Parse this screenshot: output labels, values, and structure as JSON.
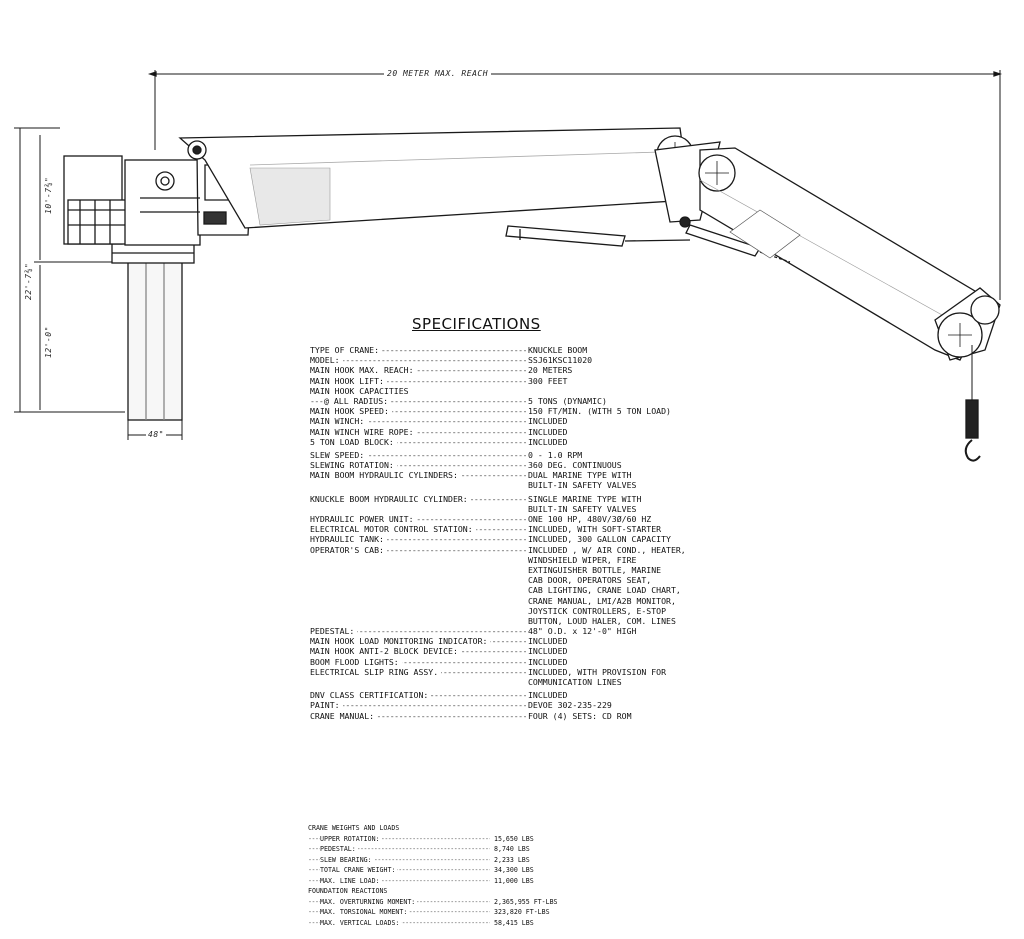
{
  "drawing": {
    "reach_dimension": "20 METER MAX. REACH",
    "dim_overall_height": "22'-7¾\"",
    "dim_upper_height": "10'-7¾\"",
    "dim_pedestal_height": "12'-0\"",
    "dim_pedestal_width": "48\""
  },
  "specifications": {
    "title": "SPECIFICATIONS",
    "rows": [
      {
        "label": "TYPE OF CRANE:",
        "value": "KNUCKLE BOOM"
      },
      {
        "label": "MODEL:",
        "value": "SSJ61KSC11020"
      },
      {
        "label": "MAIN HOOK MAX. REACH:",
        "value": "20 METERS"
      },
      {
        "label": "MAIN HOOK LIFT:",
        "value": "300 FEET"
      },
      {
        "label": "MAIN HOOK CAPACITIES",
        "value": ""
      },
      {
        "label": "@ ALL RADIUS:",
        "value": "5 TONS (DYNAMIC)",
        "indent": true
      },
      {
        "label": "MAIN HOOK SPEED:",
        "value": "150 FT/MIN.  (WITH 5 TON LOAD)"
      },
      {
        "label": "MAIN WINCH:",
        "value": "INCLUDED"
      },
      {
        "label": "MAIN WINCH WIRE ROPE:",
        "value": "INCLUDED"
      },
      {
        "label": "5 TON LOAD BLOCK:",
        "value": "INCLUDED"
      },
      {
        "label": "SLEW SPEED:",
        "value": "0 - 1.0 RPM",
        "gap": true
      },
      {
        "label": "SLEWING ROTATION:",
        "value": "360 DEG. CONTINUOUS"
      },
      {
        "label": "MAIN BOOM HYDRAULIC CYLINDERS:",
        "value": "DUAL MARINE TYPE WITH",
        "more": [
          "BUILT-IN SAFETY VALVES"
        ]
      },
      {
        "label": "KNUCKLE BOOM HYDRAULIC CYLINDER:",
        "value": "SINGLE MARINE TYPE WITH",
        "more": [
          "BUILT-IN SAFETY VALVES"
        ],
        "gap": true
      },
      {
        "label": "HYDRAULIC POWER UNIT:",
        "value": "ONE 100 HP,  480V/3Ø/60 HZ"
      },
      {
        "label": "ELECTRICAL MOTOR CONTROL STATION:",
        "value": "INCLUDED, WITH SOFT-STARTER"
      },
      {
        "label": "HYDRAULIC TANK:",
        "value": "INCLUDED, 300 GALLON CAPACITY"
      },
      {
        "label": "OPERATOR'S CAB:",
        "value": "INCLUDED , W/ AIR COND., HEATER,",
        "more": [
          "WINDSHIELD WIPER, FIRE",
          "EXTINGUISHER BOTTLE, MARINE",
          "CAB DOOR, OPERATORS SEAT,",
          "CAB LIGHTING, CRANE LOAD CHART,",
          "CRANE MANUAL, LMI/A2B MONITOR,",
          "JOYSTICK CONTROLLERS, E-STOP",
          "BUTTON, LOUD HALER, COM. LINES"
        ]
      },
      {
        "label": "PEDESTAL:",
        "value": "48\" O.D. x 12'-0\" HIGH"
      },
      {
        "label": "MAIN HOOK LOAD MONITORING INDICATOR:",
        "value": "INCLUDED"
      },
      {
        "label": "MAIN HOOK ANTI-2 BLOCK DEVICE:",
        "value": "INCLUDED"
      },
      {
        "label": "BOOM FLOOD LIGHTS:",
        "value": "INCLUDED"
      },
      {
        "label": "ELECTRICAL SLIP RING ASSY.",
        "value": "INCLUDED, WITH PROVISION FOR",
        "more": [
          "COMMUNICATION LINES"
        ]
      },
      {
        "label": "DNV CLASS CERTIFICATION:",
        "value": "INCLUDED",
        "gap": true
      },
      {
        "label": "PAINT:",
        "value": "DEVOE 302-235-229"
      },
      {
        "label": "CRANE MANUAL:",
        "value": "FOUR (4) SETS: CD ROM"
      }
    ]
  },
  "weights": {
    "title": "CRANE WEIGHTS AND LOADS",
    "rows": [
      {
        "label": "UPPER ROTATION:",
        "value": "15,650 LBS"
      },
      {
        "label": "PEDESTAL:",
        "value": "8,740 LBS"
      },
      {
        "label": "SLEW BEARING:",
        "value": "2,233 LBS"
      },
      {
        "label": "TOTAL CRANE WEIGHT:",
        "value": "34,300 LBS"
      },
      {
        "label": "MAX. LINE LOAD:",
        "value": "11,000 LBS"
      }
    ]
  },
  "foundation": {
    "title": "FOUNDATION REACTIONS",
    "rows": [
      {
        "label": "MAX. OVERTURNING MOMENT:",
        "value": "2,365,955 FT-LBS"
      },
      {
        "label": "MAX. TORSIONAL MOMENT:",
        "value": "323,820 FT-LBS"
      },
      {
        "label": "MAX. VERTICAL LOADS:",
        "value": "58,415 LBS"
      }
    ]
  }
}
